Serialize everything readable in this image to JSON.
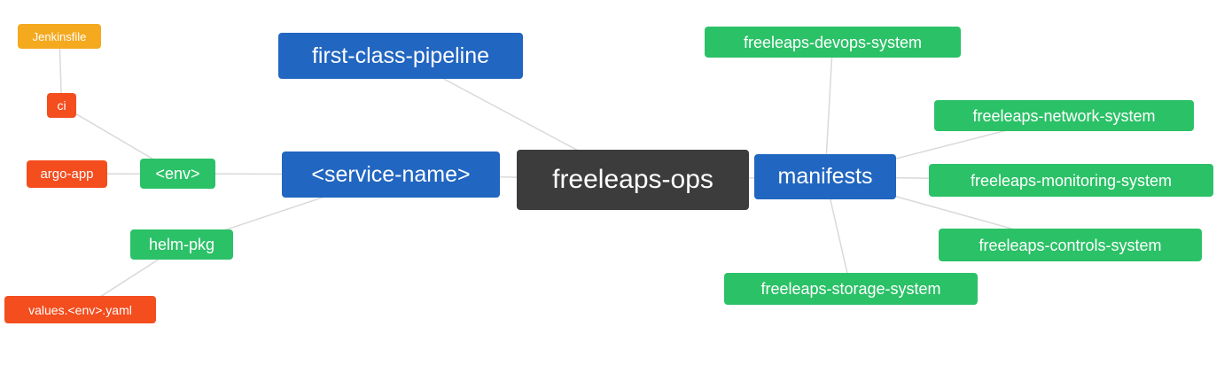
{
  "colors": {
    "blue": "#2166c0",
    "green": "#2bc167",
    "red": "#f44d1e",
    "orange": "#f5a91f",
    "dark": "#3c3c3c",
    "edge": "#d9d9d9",
    "background": "#ffffff"
  },
  "nodes": {
    "jenkinsfile": {
      "label": "Jenkinsfile",
      "color": "orange"
    },
    "ci": {
      "label": "ci",
      "color": "red"
    },
    "argo-app": {
      "label": "argo-app",
      "color": "red"
    },
    "env": {
      "label": "<env>",
      "color": "green"
    },
    "helm-pkg": {
      "label": "helm-pkg",
      "color": "green"
    },
    "values-env-yaml": {
      "label": "values.<env>.yaml",
      "color": "red"
    },
    "first-class-pipeline": {
      "label": "first-class-pipeline",
      "color": "blue"
    },
    "service-name": {
      "label": "<service-name>",
      "color": "blue"
    },
    "freeleaps-ops": {
      "label": "freeleaps-ops",
      "color": "dark"
    },
    "manifests": {
      "label": "manifests",
      "color": "blue"
    },
    "freeleaps-devops-system": {
      "label": "freeleaps-devops-system",
      "color": "green"
    },
    "freeleaps-network-system": {
      "label": "freeleaps-network-system",
      "color": "green"
    },
    "freeleaps-monitoring-system": {
      "label": "freeleaps-monitoring-system",
      "color": "green"
    },
    "freeleaps-controls-system": {
      "label": "freeleaps-controls-system",
      "color": "green"
    },
    "freeleaps-storage-system": {
      "label": "freeleaps-storage-system",
      "color": "green"
    }
  },
  "edges": [
    {
      "from": "jenkinsfile",
      "to": "ci"
    },
    {
      "from": "ci",
      "to": "env"
    },
    {
      "from": "argo-app",
      "to": "env"
    },
    {
      "from": "env",
      "to": "service-name"
    },
    {
      "from": "helm-pkg",
      "to": "service-name"
    },
    {
      "from": "values-env-yaml",
      "to": "helm-pkg"
    },
    {
      "from": "first-class-pipeline",
      "to": "freeleaps-ops"
    },
    {
      "from": "service-name",
      "to": "freeleaps-ops"
    },
    {
      "from": "freeleaps-ops",
      "to": "manifests"
    },
    {
      "from": "manifests",
      "to": "freeleaps-devops-system"
    },
    {
      "from": "manifests",
      "to": "freeleaps-network-system"
    },
    {
      "from": "manifests",
      "to": "freeleaps-monitoring-system"
    },
    {
      "from": "manifests",
      "to": "freeleaps-controls-system"
    },
    {
      "from": "manifests",
      "to": "freeleaps-storage-system"
    }
  ]
}
